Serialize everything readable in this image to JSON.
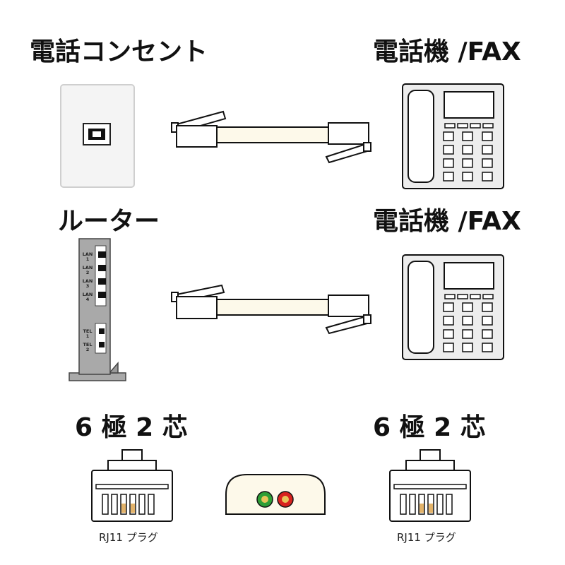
{
  "labels": {
    "wall_outlet": "電話コンセント",
    "phone_fax_top": "電話機 /FAX",
    "router": "ルーター",
    "phone_fax_bottom": "電話機 /FAX",
    "spec_left": "6 極 2 芯",
    "spec_right": "6 極 2 芯",
    "plug_left": "RJ11 プラグ",
    "plug_right": "RJ11 プラグ"
  },
  "router_ports": {
    "lan": [
      "LAN\n1",
      "LAN\n2",
      "LAN\n3",
      "LAN\n4"
    ],
    "tel": [
      "TEL\n1",
      "TEL\n2"
    ]
  },
  "wire_colors": [
    "#2e9e36",
    "#d8231f"
  ],
  "colors": {
    "cable_body": "#fdf9ea",
    "outline": "#111111",
    "device_gray": "#efefef",
    "router_gray": "#a9a9a9"
  }
}
